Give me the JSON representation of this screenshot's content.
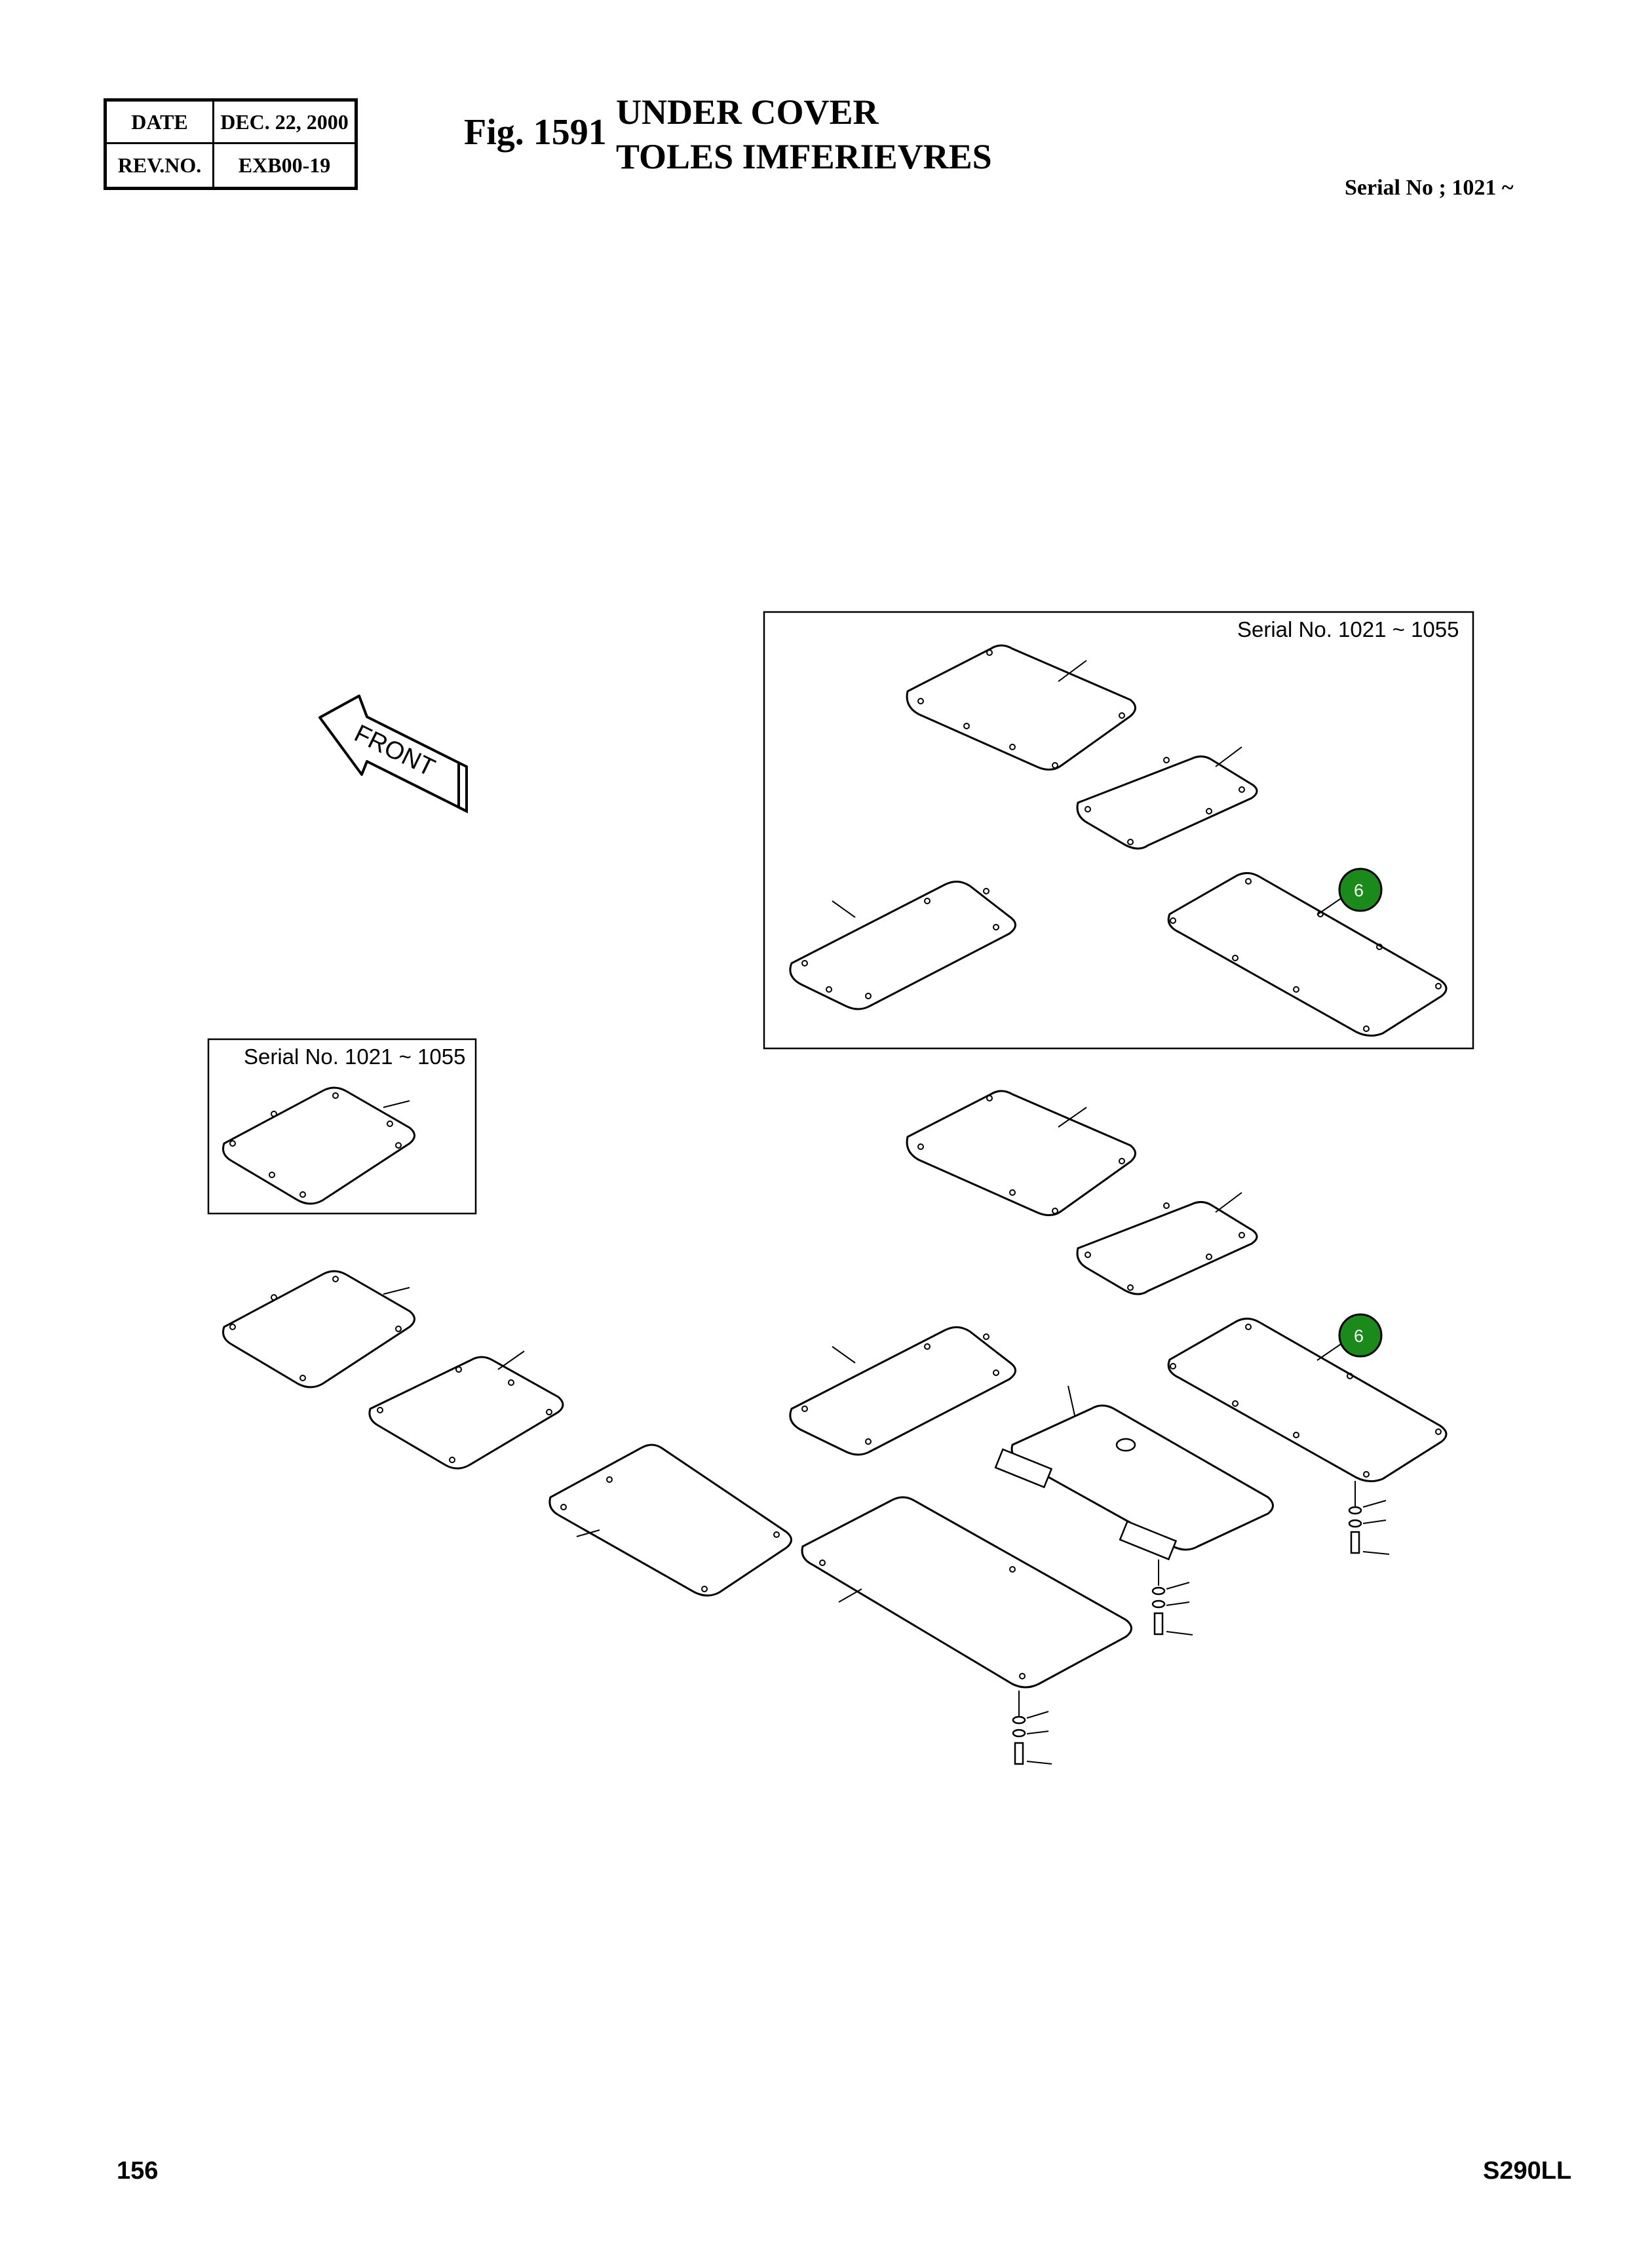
{
  "header": {
    "date_label": "DATE",
    "date_value": "DEC. 22, 2000",
    "rev_label": "REV.NO.",
    "rev_value": "EXB00-19",
    "fig_number": "Fig. 1591",
    "title_en": "UNDER COVER",
    "title_fr": "TOLES IMFERIEVRES",
    "serial": "Serial No ; 1021 ~"
  },
  "drawing": {
    "front_label": "FRONT",
    "inset_top_label": "Serial No. 1021 ~ 1055",
    "inset_left_label": "Serial No. 1021 ~ 1055",
    "callouts": [
      "6",
      "6"
    ],
    "callout_color": "#1a8a1a"
  },
  "footer": {
    "page_number": "156",
    "model": "S290LL"
  }
}
